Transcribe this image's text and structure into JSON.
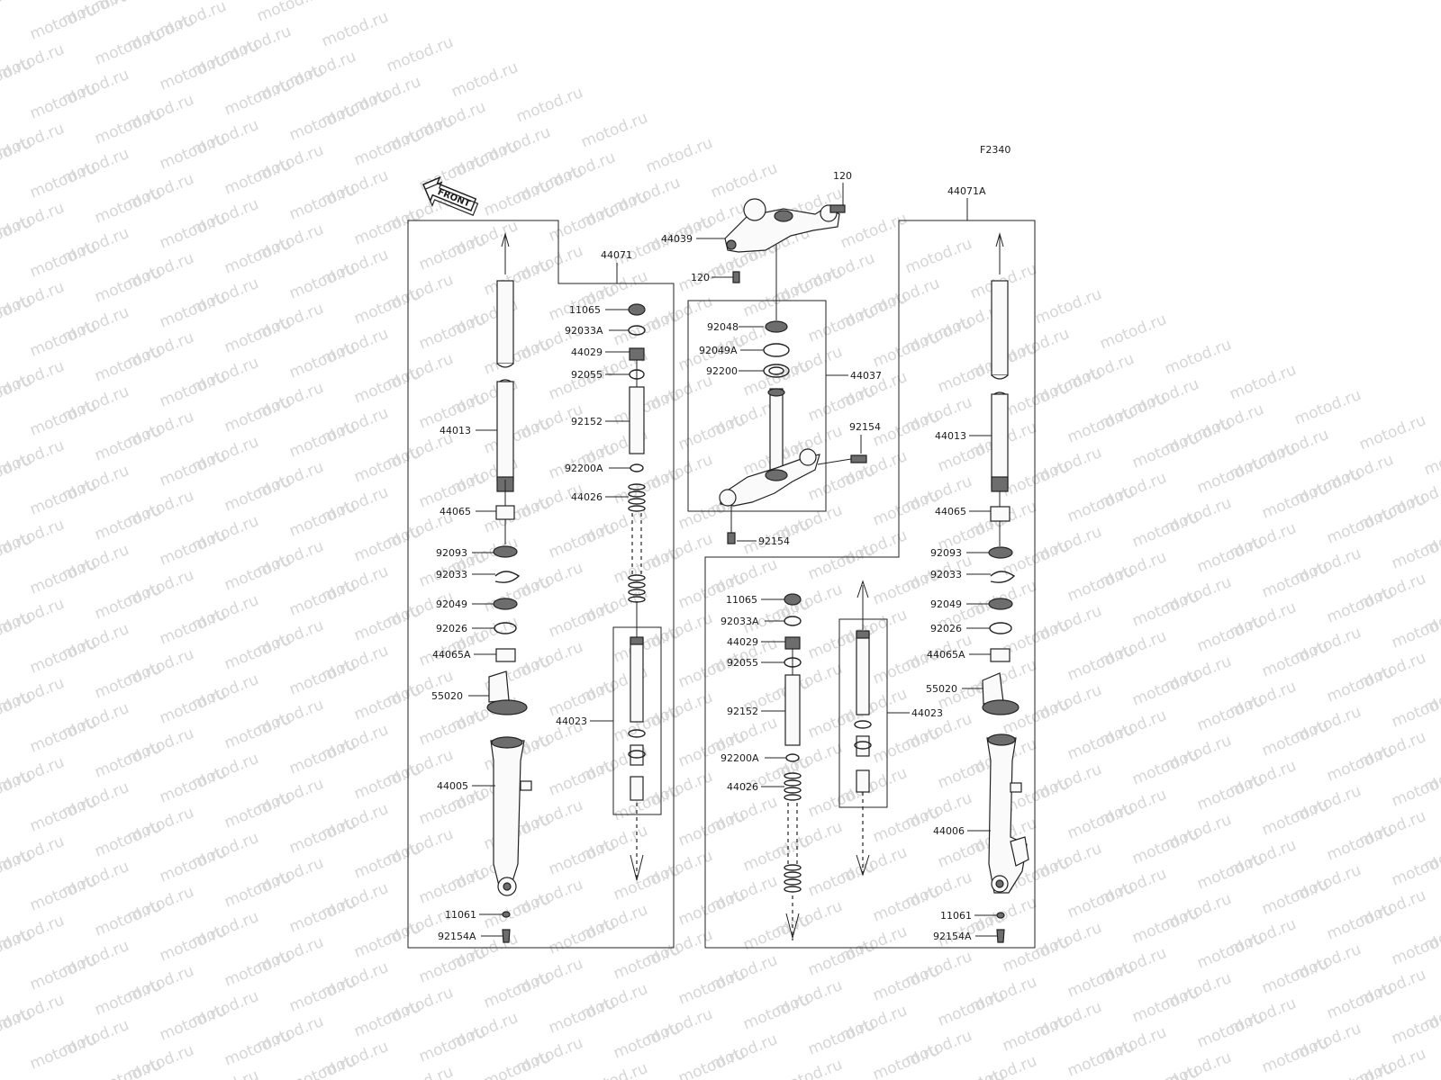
{
  "watermark": {
    "text": "motod.ru",
    "color": "#d6d6d6"
  },
  "header": {
    "figure_code": "F2340",
    "front_label": "FRONT"
  },
  "groups": {
    "left_assembly": "44071",
    "right_assembly": "44071A",
    "stem_assembly": "44037"
  },
  "left_outer": [
    "44013",
    "44065",
    "92093",
    "92033",
    "92049",
    "92026",
    "44065A",
    "55020",
    "44005",
    "11061",
    "92154A"
  ],
  "left_inner": [
    "11065",
    "92033A",
    "44029",
    "92055",
    "92152",
    "92200A",
    "44026",
    "44023"
  ],
  "stem": [
    "120",
    "44039",
    "120",
    "92048",
    "92049A",
    "92200",
    "92154",
    "92154"
  ],
  "right_inner": [
    "11065",
    "92033A",
    "44029",
    "92055",
    "92152",
    "92200A",
    "44026",
    "44023"
  ],
  "right_outer": [
    "44013",
    "44065",
    "92093",
    "92033",
    "92049",
    "92026",
    "44065A",
    "55020",
    "44006",
    "11061",
    "92154A"
  ]
}
